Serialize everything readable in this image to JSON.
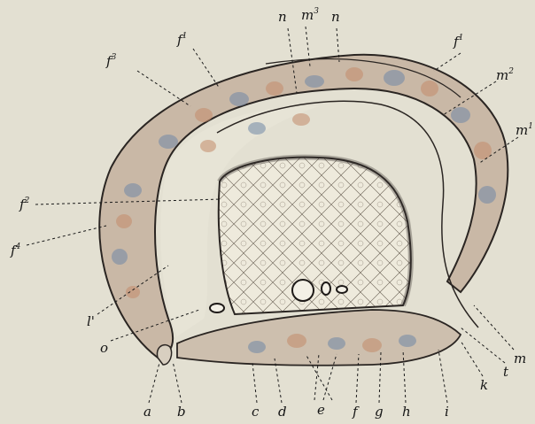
{
  "figure": {
    "labels": [
      {
        "id": "a",
        "text": "a"
      },
      {
        "id": "b",
        "text": "b"
      },
      {
        "id": "c",
        "text": "c"
      },
      {
        "id": "d",
        "text": "d"
      },
      {
        "id": "e",
        "text": "e"
      },
      {
        "id": "f",
        "text": "f"
      },
      {
        "id": "g",
        "text": "g"
      },
      {
        "id": "h",
        "text": "h"
      },
      {
        "id": "i",
        "text": "i"
      },
      {
        "id": "k",
        "text": "k"
      },
      {
        "id": "t",
        "text": "t"
      },
      {
        "id": "m",
        "text": "m"
      },
      {
        "id": "l1",
        "text": "l'"
      },
      {
        "id": "o",
        "text": "o"
      },
      {
        "id": "f4",
        "text": "f",
        "sup": "4"
      },
      {
        "id": "f2",
        "text": "f",
        "sup": "2"
      },
      {
        "id": "f3",
        "text": "f",
        "sup": "3"
      },
      {
        "id": "f1a",
        "text": "f",
        "sup": "1"
      },
      {
        "id": "f1b",
        "text": "f",
        "sup": "1"
      },
      {
        "id": "n1",
        "text": "n"
      },
      {
        "id": "m3",
        "text": "m",
        "sup": "3"
      },
      {
        "id": "n2",
        "text": "n"
      },
      {
        "id": "m2",
        "text": "m",
        "sup": "2"
      },
      {
        "id": "m1",
        "text": "m",
        "sup": "1"
      }
    ]
  }
}
